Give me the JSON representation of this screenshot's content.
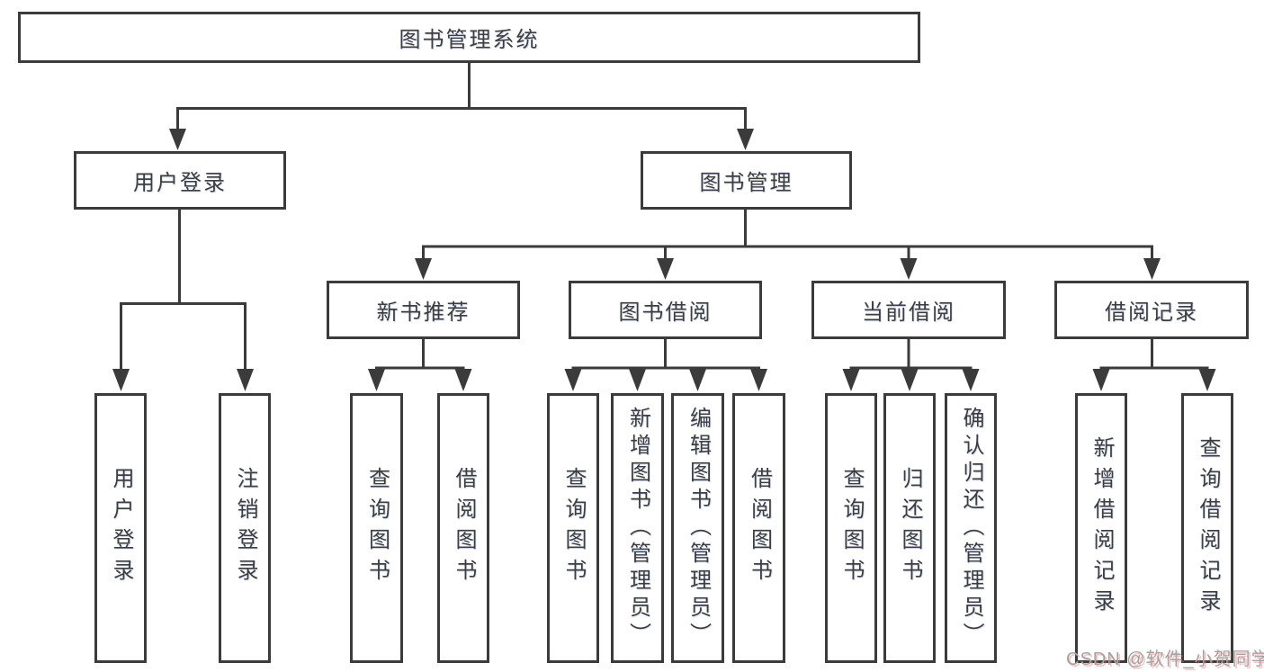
{
  "diagram_type": "hierarchy-tree",
  "nodes": {
    "root": "图书管理系统",
    "user_login": "用户登录",
    "book_mgmt": "图书管理",
    "new_book_rec": "新书推荐",
    "book_borrow": "图书借阅",
    "current_borrow": "当前借阅",
    "borrow_records": "借阅记录",
    "leaf_user_login": "用户登录",
    "leaf_logout": "注销登录",
    "leaf_query_books_1": "查询图书",
    "leaf_borrow_books_1": "借阅图书",
    "leaf_query_books_2": "查询图书",
    "leaf_add_books": "新增图书（管理员）",
    "leaf_edit_books": "编辑图书（管理员）",
    "leaf_borrow_books_2": "借阅图书",
    "leaf_query_books_3": "查询图书",
    "leaf_return_books": "归还图书",
    "leaf_confirm_return": "确认归还（管理员）",
    "leaf_add_borrow_record": "新增借阅记录",
    "leaf_query_borrow_record": "查询借阅记录"
  },
  "colors": {
    "stroke": "#3b3b3b",
    "text": "#3e3e3e",
    "watermark": "#a3a3a3",
    "background": "#ffffff"
  },
  "watermark": "CSDN @软件_小贺同学"
}
